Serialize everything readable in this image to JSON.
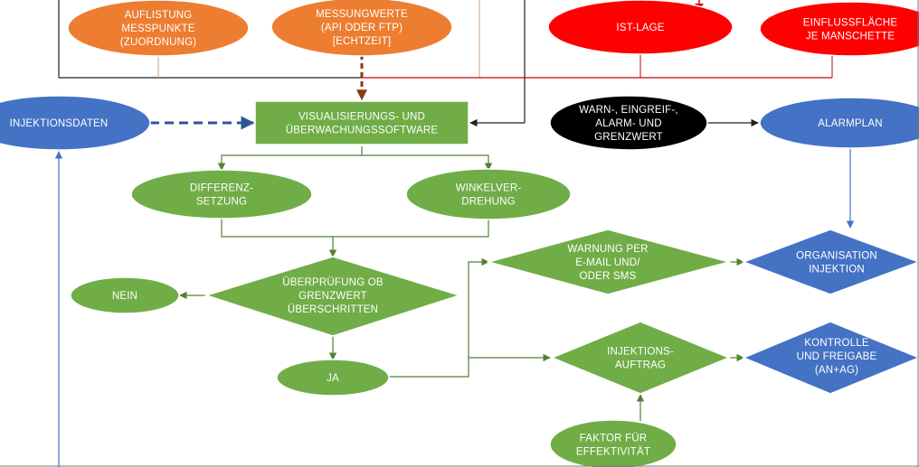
{
  "colors": {
    "orange": "#ED7D31",
    "red": "#FF0000",
    "green": "#70AD47",
    "green_dark": "#538135",
    "blue": "#4472C4",
    "black": "#000000",
    "dash_blue": "#2F5597",
    "dash_brown": "#843C0C"
  },
  "nodes": {
    "auflistung": [
      "AUFLISTUNG",
      "MESSPUNKTE",
      "(ZUORDNUNG)"
    ],
    "messungwerte": [
      "MESSUNGWERTE",
      "(API ODER FTP)",
      "[ECHTZEIT]"
    ],
    "ist_lage": [
      "IST-LAGE"
    ],
    "einfluss": [
      "EINFLUSSFLÄCHE",
      "JE MANSCHETTE"
    ],
    "injektionsdaten": [
      "INJEKTIONSDATEN"
    ],
    "software": [
      "VISUALISIERUNGS- UND",
      "ÜBERWACHUNGSSOFTWARE"
    ],
    "grenzwert": [
      "WARN-, EINGREIF-,",
      "ALARM- UND",
      "GRENZWERT"
    ],
    "alarmplan": [
      "ALARMPLAN"
    ],
    "differenz": [
      "DIFFERENZ-",
      "SETZUNG"
    ],
    "winkel": [
      "WINKELVER-",
      "DREHUNG"
    ],
    "pruefung": [
      "ÜBERPRÜFUNG OB",
      "GRENZWERT",
      "ÜBERSCHRITTEN"
    ],
    "nein": [
      "NEIN"
    ],
    "ja": [
      "JA"
    ],
    "warnung": [
      "WARNUNG PER",
      "E-MAIL UND/",
      "ODER SMS"
    ],
    "organisation": [
      "ORGANISATION",
      "INJEKTION"
    ],
    "auftrag": [
      "INJEKTIONS-",
      "AUFTRAG"
    ],
    "kontrolle": [
      "KONTROLLE",
      "UND FREIGABE",
      "(AN+AG)"
    ],
    "faktor": [
      "FAKTOR FÜR",
      "EFFEKTIVITÄT"
    ]
  }
}
